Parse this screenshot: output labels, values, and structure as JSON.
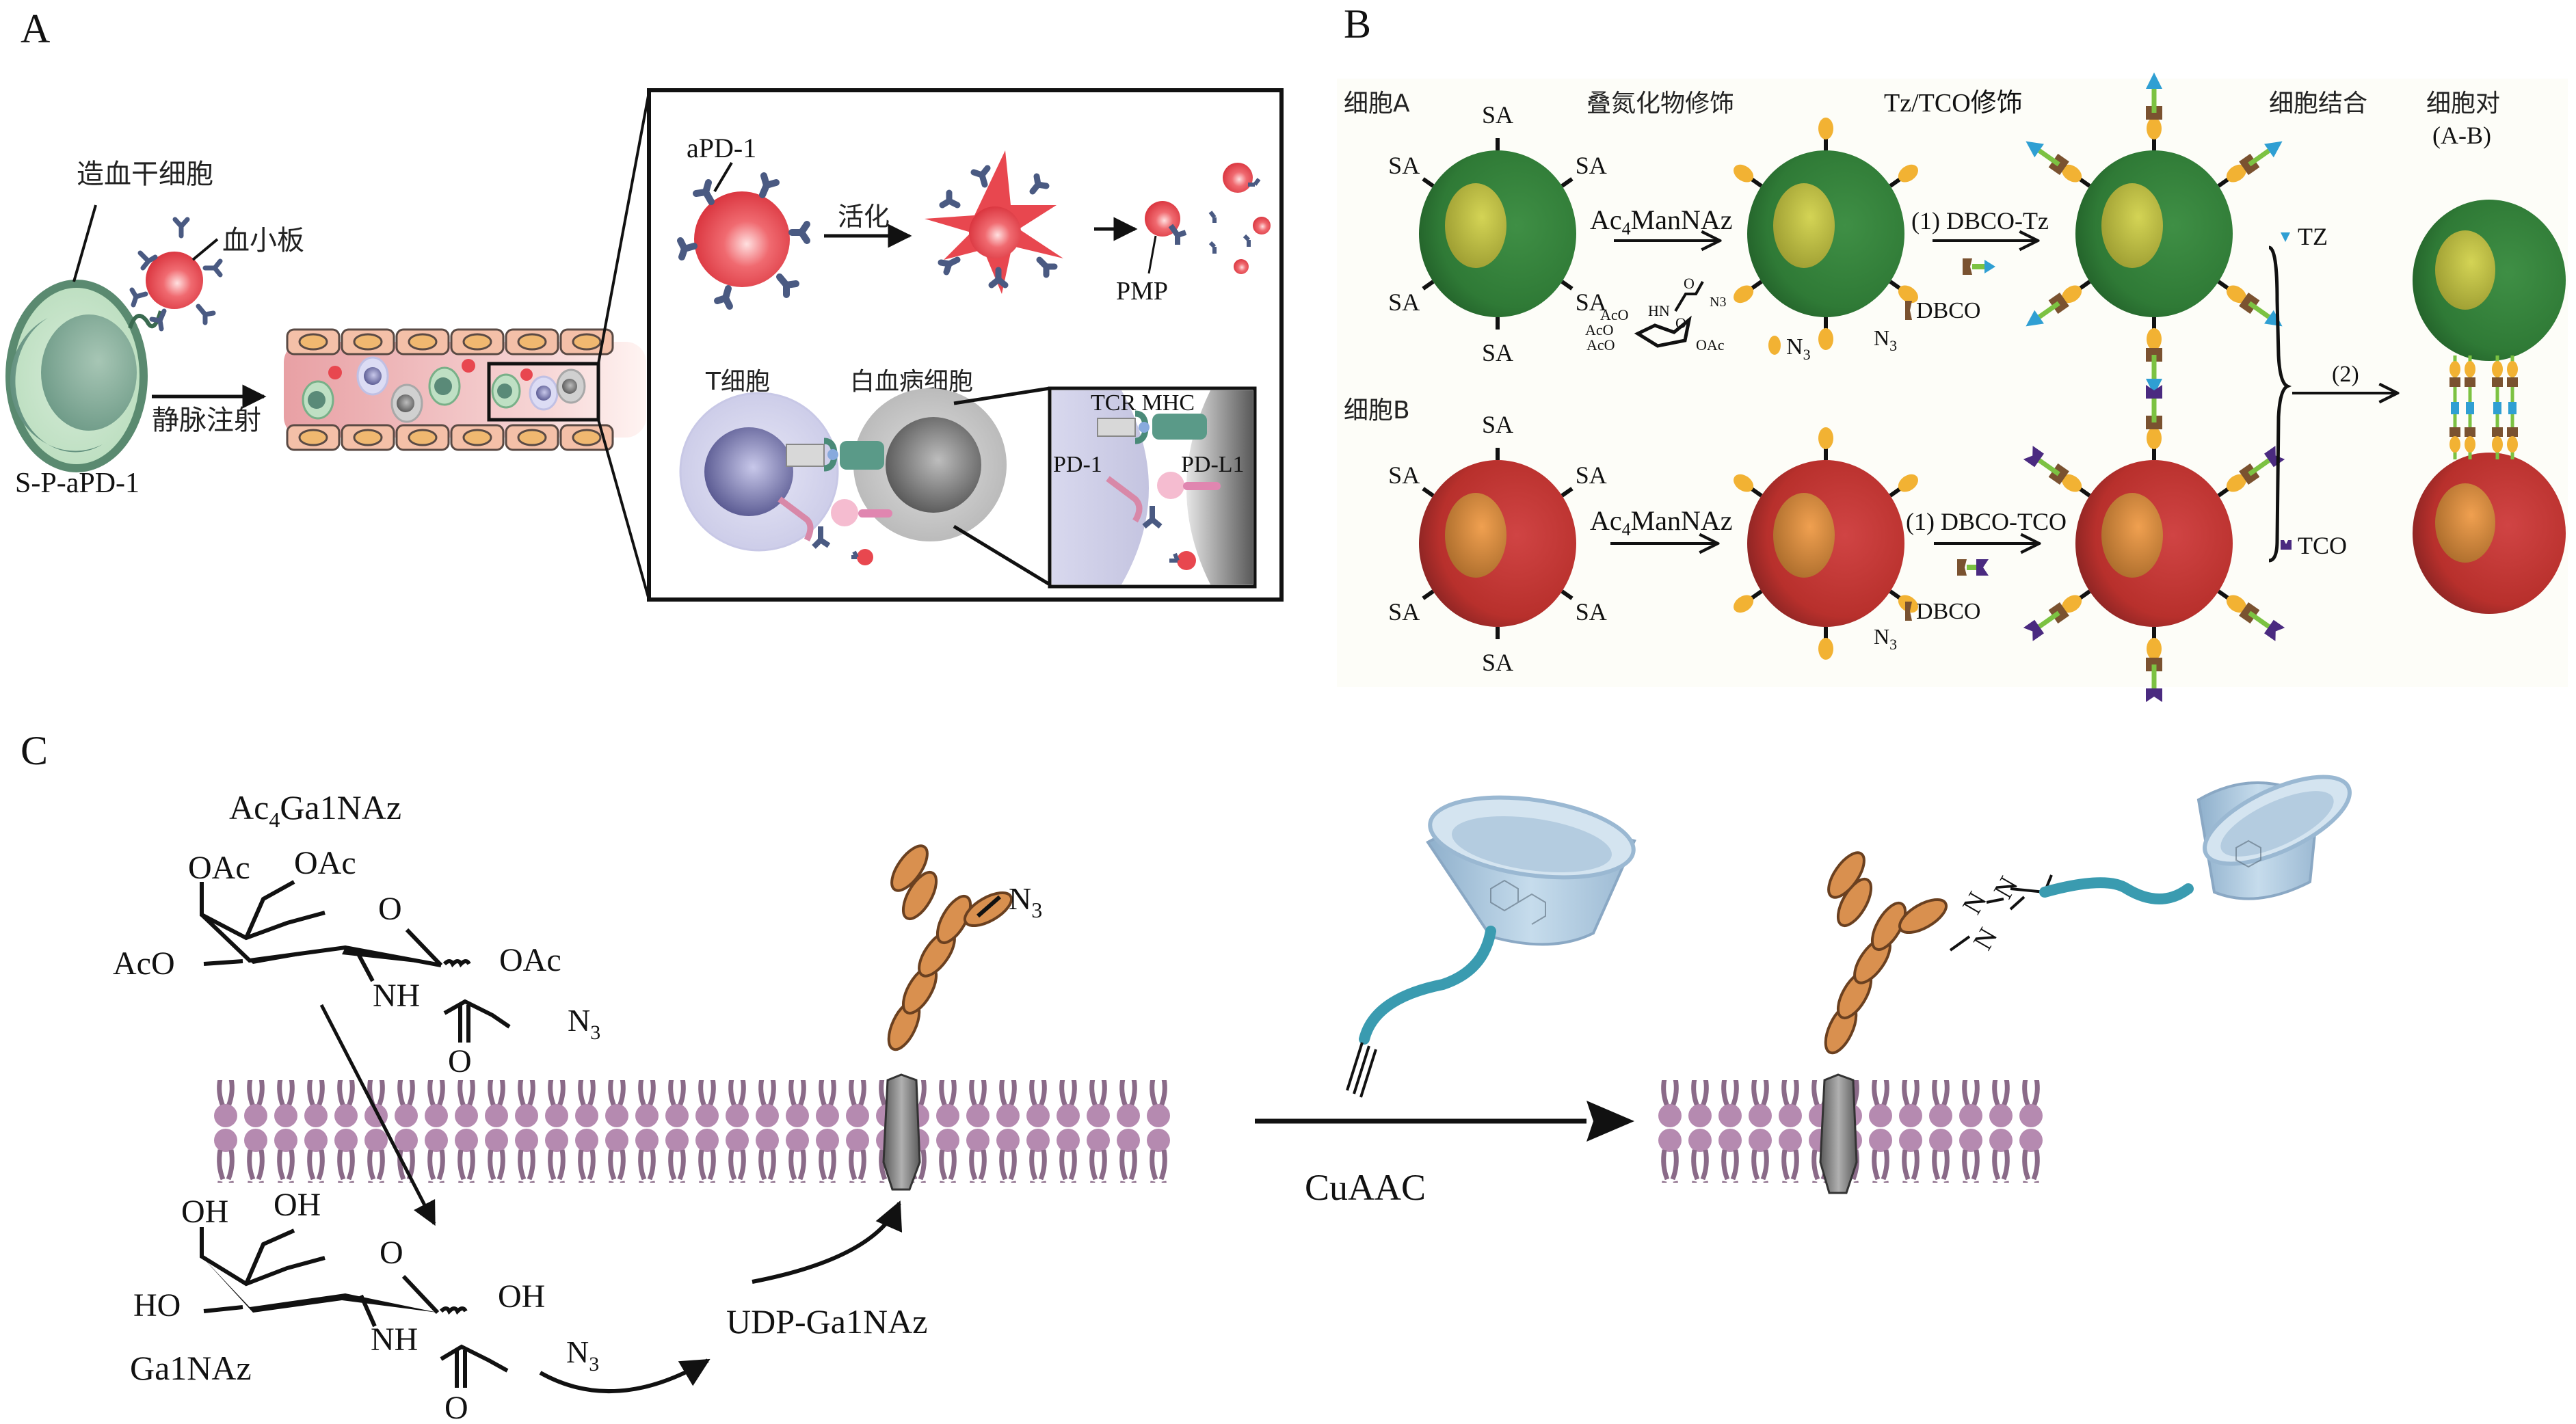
{
  "panels": {
    "A": {
      "label": "A",
      "hsc_label": "造血干细胞",
      "platelet_label": "血小板",
      "injection_label": "静脉注射",
      "conjugate_label": "S-P-aPD-1",
      "inset": {
        "apd1_label": "aPD-1",
        "activation_label": "活化",
        "pmp_label": "PMP",
        "tcell_label": "T细胞",
        "leukemia_label": "白血病细胞",
        "zoom": {
          "tcr_mhc_label": "TCR MHC",
          "pd1_label": "PD-1",
          "pdl1_label": "PD-L1"
        }
      }
    },
    "B": {
      "label": "B",
      "headers": {
        "cell_a": "细胞A",
        "azide_mod": "叠氮化物修饰",
        "tz_tco_mod": "Tz/TCO修饰",
        "cell_binding": "细胞结合",
        "cell_pair": "细胞对",
        "cell_pair_sub": "(A-B)"
      },
      "cell_b_label": "细胞B",
      "sa_label": "SA",
      "reagent_a": "Ac4ManNAz",
      "reagent_a_main": "Ac",
      "reagent_a_sub": "4",
      "reagent_a_rest": "ManNAz",
      "step1_a": "(1) DBCO-Tz",
      "step1_b": "(1) DBCO-TCO",
      "step2": "(2)",
      "dbco_label": "DBCO",
      "n3_main": "N",
      "n3_sub": "3",
      "tz_legend": "TZ",
      "tco_legend": "TCO",
      "sugar": {
        "aco": "AcO",
        "oac": "OAc",
        "hn": "HN",
        "o": "O",
        "n3": "N3"
      }
    },
    "C": {
      "label": "C",
      "compound1_main": "Ac",
      "compound1_sub": "4",
      "compound1_rest": "Ga1NAz",
      "compound2": "Ga1NAz",
      "intermediate": "UDP-Ga1NAz",
      "reaction": "CuAAC",
      "atoms": {
        "oac": "OAc",
        "aco": "AcO",
        "o": "O",
        "nh": "NH",
        "oh": "OH",
        "ho": "HO",
        "n": "N",
        "sub3": "3"
      }
    }
  },
  "colors": {
    "green_cell": "#2f7a36",
    "green_nucleus": "#c4c44a",
    "red_cell": "#b8302c",
    "orange_nucleus": "#e0923f",
    "azide_dot": "#f2b233",
    "dbco": "#7a5230",
    "tz": "#2f9fd3",
    "tco": "#4a2a80",
    "linker": "#7cc242",
    "membrane": "#b58ab0",
    "glycan": "#d9904f",
    "cyclodextrin": "#a9c6de",
    "tether": "#3a9bb0",
    "platelet": "#e8474f",
    "antibody": "#4a5a82"
  }
}
